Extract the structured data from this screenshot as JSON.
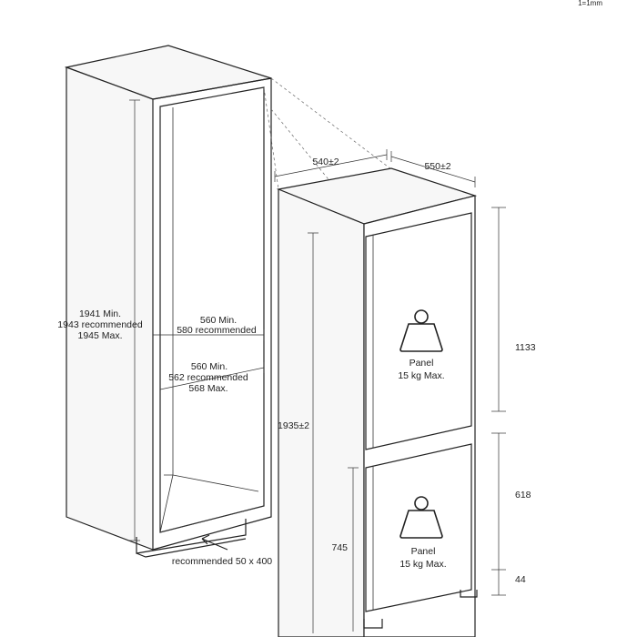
{
  "scale_note": "1=1mm",
  "cabinet": {
    "height_min": "1941 Min.",
    "height_recommended": "1943 recommended",
    "height_max": "1945 Max.",
    "inner_width_min": "560 Min.",
    "inner_width_recommended": "580 recommended",
    "depth_min": "560 Min.",
    "depth_recommended": "562 recommended",
    "depth_max": "568 Max.",
    "ventilation_label": "recommended 50 x 400"
  },
  "appliance": {
    "width": "540±2",
    "depth": "550±2",
    "total_height": "1935±2",
    "upper_door_height": "1133",
    "lower_door_height": "618",
    "lower_height": "745",
    "plinth_height": "44",
    "upper_panel_label": "Panel",
    "upper_panel_weight": "15 kg Max.",
    "lower_panel_label": "Panel",
    "lower_panel_weight": "15 kg Max."
  }
}
